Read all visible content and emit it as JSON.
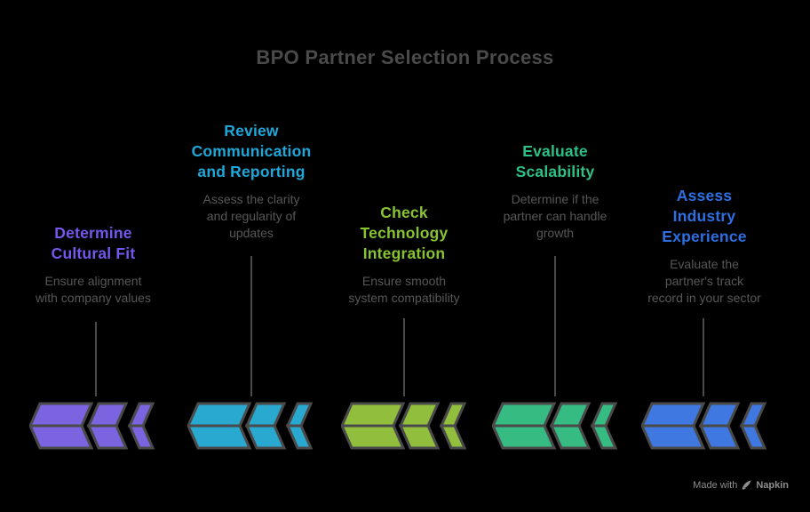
{
  "title": "BPO Partner Selection Process",
  "steps": [
    {
      "title": "Determine\nCultural Fit",
      "description": "Ensure alignment\nwith company values",
      "accent": "#7557EE",
      "fill": "#7C63DF"
    },
    {
      "title": "Review\nCommunication\nand Reporting",
      "description": "Assess the clarity\nand regularity of\nupdates",
      "accent": "#1FA7D9",
      "fill": "#29A8D0"
    },
    {
      "title": "Check\nTechnology\nIntegration",
      "description": "Ensure smooth\nsystem compatibility",
      "accent": "#88C432",
      "fill": "#92BE3D"
    },
    {
      "title": "Evaluate\nScalability",
      "description": "Determine if the\npartner can handle\ngrowth",
      "accent": "#2EC186",
      "fill": "#36BC83"
    },
    {
      "title": "Assess\nIndustry\nExperience",
      "description": "Evaluate the\npartner's track\nrecord in your sector",
      "accent": "#2D6FE2",
      "fill": "#3E78E0"
    }
  ],
  "watermark": {
    "made_with": "Made with",
    "brand": "Napkin",
    "icon": "feather-icon",
    "color": "#8D8D8D"
  },
  "colors": {
    "background": "#000000",
    "title": "#4A4A4A",
    "description": "#575757",
    "connector": "#4A4A4A",
    "outline": "#4A4A4A"
  }
}
